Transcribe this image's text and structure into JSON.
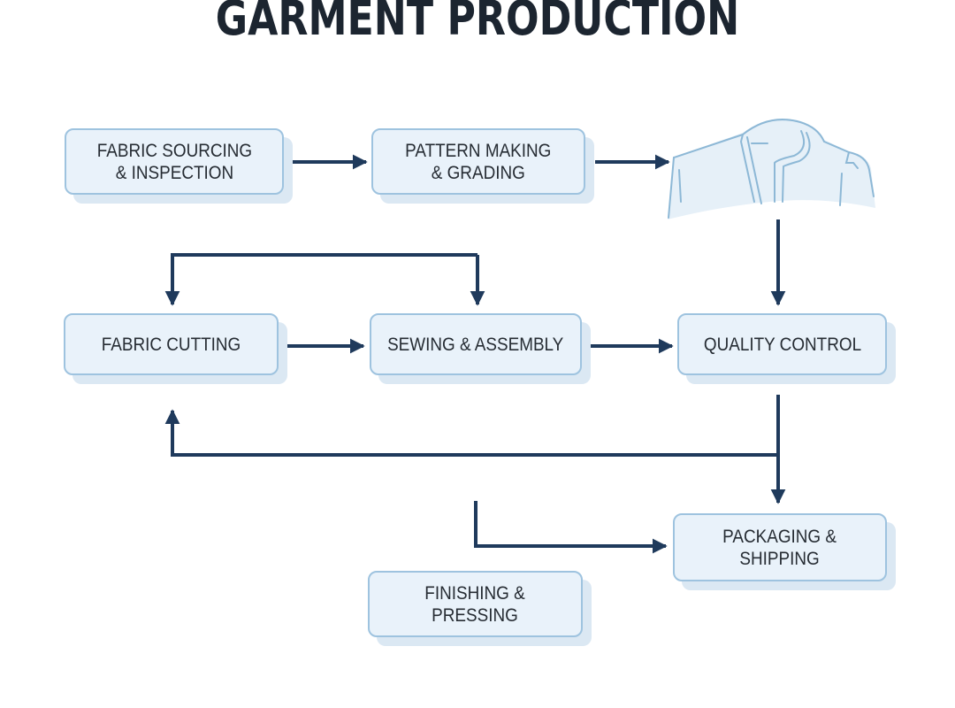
{
  "title": "GARMENT PRODUCTION",
  "colors": {
    "title": "#1c2530",
    "node_fill": "#e9f2fa",
    "node_border": "#9ec3df",
    "node_shadow": "#dbe8f3",
    "arrow": "#1f3a5c",
    "garment_line": "#8db8d6",
    "garment_fill": "#e6f0f8"
  },
  "nodes": [
    {
      "id": "fabric_sourcing",
      "label": "FABRIC SOURCING\n& INSPECTION"
    },
    {
      "id": "pattern_making",
      "label": "PATTERN MAKING\n& GRADING"
    },
    {
      "id": "fabric_cutting",
      "label": "FABRIC CUTTING"
    },
    {
      "id": "sewing_assembly",
      "label": "SEWING & ASSEMBLY"
    },
    {
      "id": "quality_control",
      "label": "QUALITY CONTROL"
    },
    {
      "id": "packaging_shipping",
      "label": "PACKAGING &\nSHIPPING"
    },
    {
      "id": "finishing_pressing",
      "label": "FINISHING &\nPRESSING"
    }
  ],
  "illustration": {
    "icon": "garment-jacket-icon"
  },
  "edges": [
    {
      "from": "fabric_sourcing",
      "to": "pattern_making"
    },
    {
      "from": "pattern_making",
      "to": "garment_illustration"
    },
    {
      "from": "garment_illustration",
      "to": "quality_control"
    },
    {
      "from": "loop_top",
      "to": "fabric_cutting"
    },
    {
      "from": "loop_top",
      "to": "sewing_assembly"
    },
    {
      "from": "fabric_cutting",
      "to": "sewing_assembly"
    },
    {
      "from": "sewing_assembly",
      "to": "quality_control"
    },
    {
      "from": "quality_control",
      "to": "fabric_cutting"
    },
    {
      "from": "quality_control",
      "to": "packaging_shipping"
    },
    {
      "from": "finishing_pressing",
      "to": "packaging_shipping"
    }
  ]
}
